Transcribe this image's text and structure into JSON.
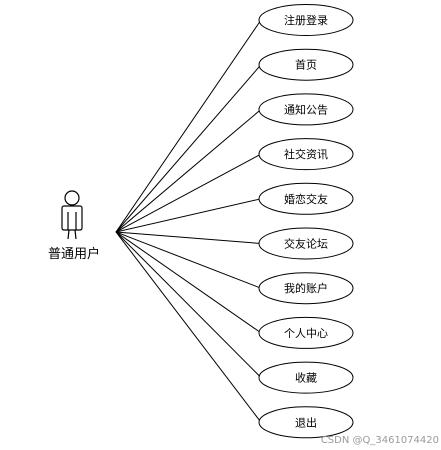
{
  "actor": {
    "label": "普通用户"
  },
  "use_cases": [
    {
      "label": "注册登录"
    },
    {
      "label": "首页"
    },
    {
      "label": "通知公告"
    },
    {
      "label": "社交资讯"
    },
    {
      "label": "婚恋交友"
    },
    {
      "label": "交友论坛"
    },
    {
      "label": "我的账户"
    },
    {
      "label": "个人中心"
    },
    {
      "label": "收藏"
    },
    {
      "label": "退出"
    }
  ],
  "watermark": "CSDN @Q_3461074420"
}
